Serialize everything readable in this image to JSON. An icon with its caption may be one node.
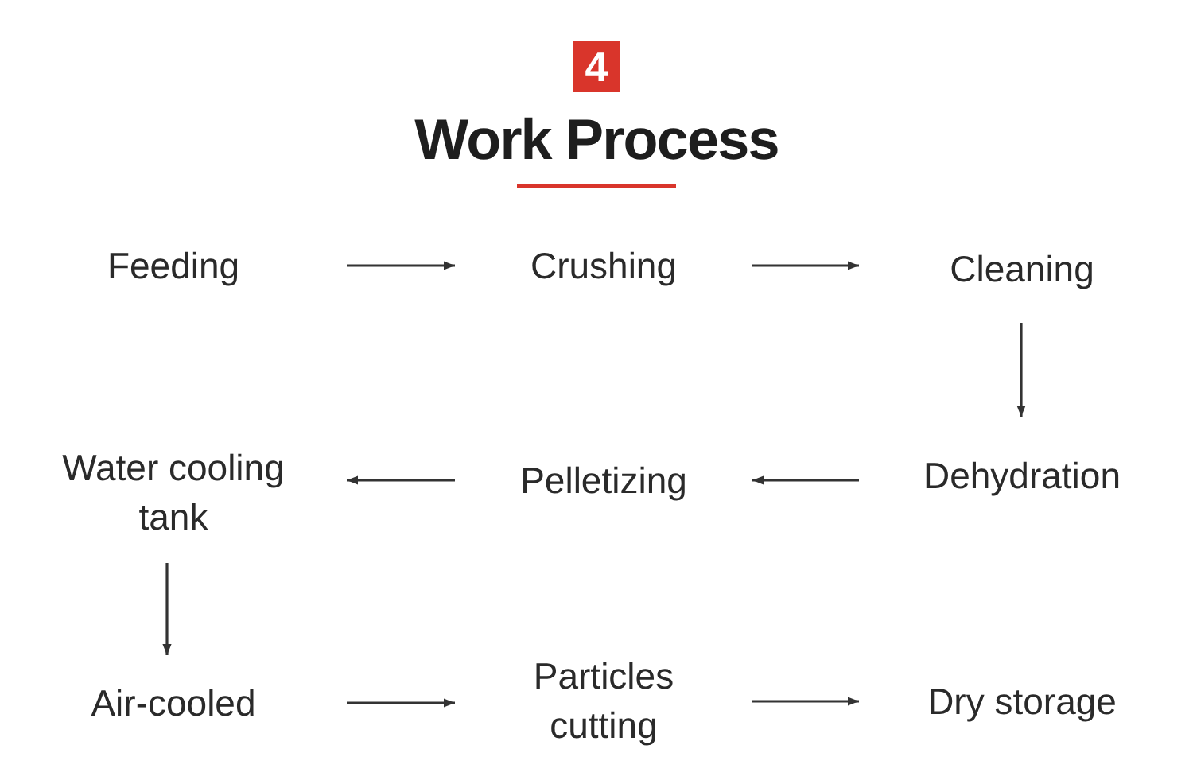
{
  "diagram": {
    "title": "Work Process",
    "nodes": [
      {
        "text": [
          "4"
        ]
      },
      {
        "text": [
          "Feeding"
        ]
      },
      {
        "text": [
          "Crushing"
        ]
      },
      {
        "text": [
          "Cleaning"
        ]
      },
      {
        "text": [
          "Dehydration"
        ]
      },
      {
        "text": [
          "Pelletizing"
        ]
      },
      {
        "text": [
          "Water cooling tank"
        ]
      },
      {
        "text": [
          "Air-cooled"
        ]
      },
      {
        "text": [
          "Particles cutting"
        ]
      },
      {
        "text": [
          "Dry storage"
        ]
      }
    ],
    "edges": [
      {
        "from": 1,
        "to": 2,
        "arrow": "to"
      },
      {
        "from": 2,
        "to": 3,
        "arrow": "to"
      },
      {
        "from": 3,
        "to": 4,
        "arrow": "to"
      },
      {
        "from": 4,
        "to": 5,
        "arrow": "to"
      },
      {
        "from": 5,
        "to": 6,
        "arrow": "to"
      },
      {
        "from": 6,
        "to": 7,
        "arrow": "to"
      },
      {
        "from": 7,
        "to": 8,
        "arrow": "to"
      },
      {
        "from": 8,
        "to": 9,
        "arrow": "to"
      }
    ]
  }
}
